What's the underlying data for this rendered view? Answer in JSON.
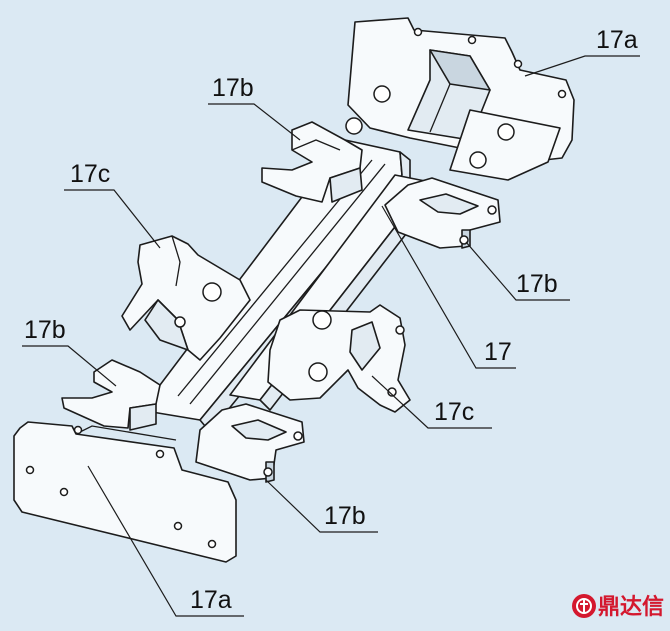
{
  "labels": {
    "l17a_top": "17a",
    "l17b_upper": "17b",
    "l17c_left": "17c",
    "l17b_right": "17b",
    "l17b_left": "17b",
    "l17": "17",
    "l17c_right": "17c",
    "l17b_bottom": "17b",
    "l17a_bottom": "17a"
  },
  "watermark": {
    "text": "鼎达信",
    "color": "#d4182e"
  }
}
